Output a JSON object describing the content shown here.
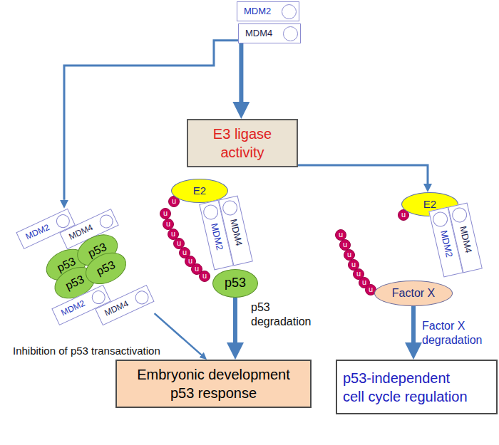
{
  "diagram": {
    "nodes": [
      {
        "text": [
          "MDM2"
        ]
      },
      {
        "text": [
          "MDM4"
        ]
      },
      {
        "text": [
          "E3 ligase activity"
        ]
      },
      {
        "text": [
          "MDM2"
        ]
      },
      {
        "text": [
          "MDM4"
        ]
      },
      {
        "text": [
          "p53"
        ]
      },
      {
        "text": [
          "p53"
        ]
      },
      {
        "text": [
          "p53"
        ]
      },
      {
        "text": [
          "p53"
        ]
      },
      {
        "text": [
          "MDM2"
        ]
      },
      {
        "text": [
          "MDM4"
        ]
      },
      {
        "text": [
          "E2"
        ]
      },
      {
        "text": [
          "MDM2"
        ]
      },
      {
        "text": [
          "MDM4"
        ]
      },
      {
        "text": [
          "p53"
        ]
      },
      {
        "text": [
          "E2"
        ]
      },
      {
        "text": [
          "MDM2"
        ]
      },
      {
        "text": [
          "MDM4"
        ]
      },
      {
        "text": [
          "Factor X"
        ]
      },
      {
        "text": [
          "Embryonic development p53 response"
        ]
      },
      {
        "text": [
          "p53-independent cell cycle regulation"
        ]
      }
    ],
    "edges": [
      {
        "from": 1,
        "to": 2,
        "arrow": "to"
      },
      {
        "from": 1,
        "to": 3,
        "arrow": "to"
      },
      {
        "from": 2,
        "to": 11,
        "arrow": "to"
      },
      {
        "from": 2,
        "to": 15,
        "arrow": "to"
      },
      {
        "from": 10,
        "to": 19,
        "arrow": "to"
      },
      {
        "from": 14,
        "to": 19,
        "arrow": "to"
      },
      {
        "from": 18,
        "to": 20,
        "arrow": "to"
      }
    ],
    "labels": [
      "Inhibition of p53 transactivation",
      "p53 degradation",
      "Factor X degradation",
      "u",
      "u",
      "u",
      "u",
      "u",
      "u",
      "u",
      "u",
      "u",
      "u",
      "u",
      "u",
      "u",
      "u",
      "u",
      "u",
      "u"
    ]
  }
}
